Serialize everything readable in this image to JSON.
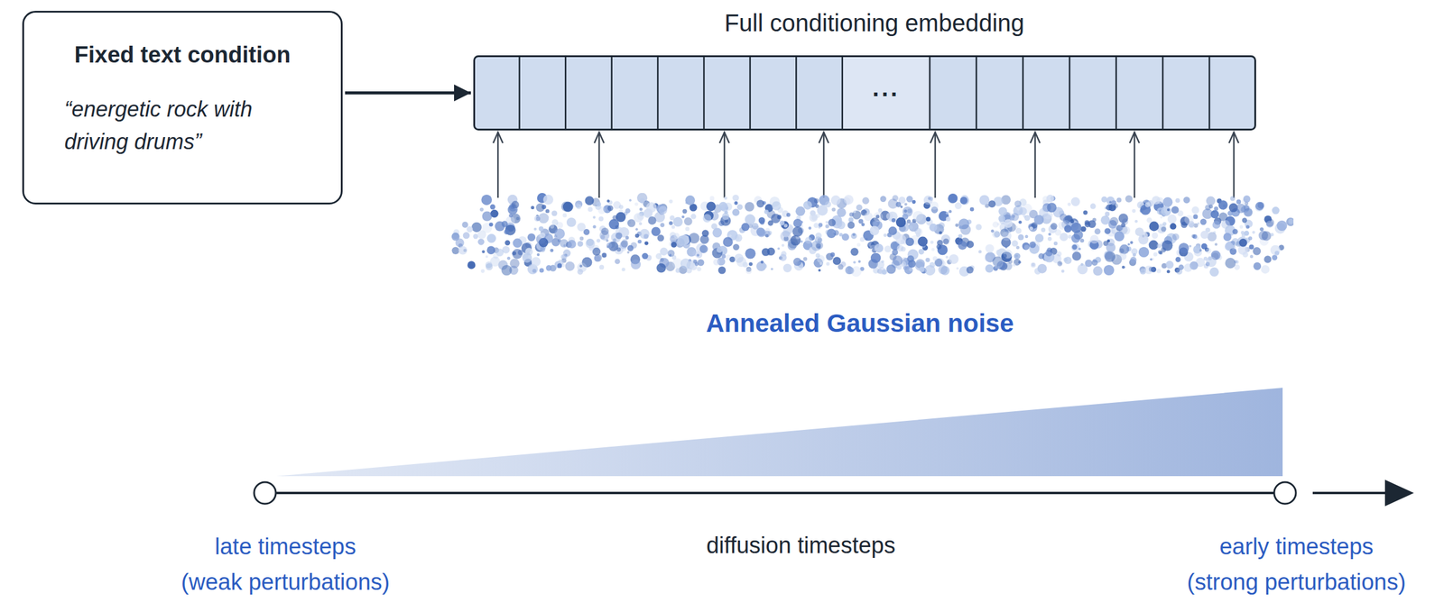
{
  "diagram": {
    "nodes": [
      {
        "text": [
          "Fixed text condition",
          "“energetic rock with driving drums”"
        ]
      },
      {
        "text": [
          "Full conditioning embedding",
          "..."
        ]
      },
      {
        "text": [
          "Annealed Gaussian noise"
        ]
      }
    ],
    "edges": [
      {
        "from": 0,
        "to": 1,
        "arrow": "to"
      },
      {
        "from": 2,
        "to": 1,
        "arrow": "to"
      },
      {
        "from": 2,
        "to": 1,
        "arrow": "to"
      },
      {
        "from": 2,
        "to": 1,
        "arrow": "to"
      },
      {
        "from": 2,
        "to": 1,
        "arrow": "to"
      },
      {
        "from": 2,
        "to": 1,
        "arrow": "to"
      },
      {
        "from": 2,
        "to": 1,
        "arrow": "to"
      },
      {
        "from": 2,
        "to": 1,
        "arrow": "to"
      },
      {
        "from": 2,
        "to": 1,
        "arrow": "to"
      }
    ],
    "labels": [
      "late timesteps",
      "(weak perturbations)",
      "diffusion timesteps",
      "early timesteps",
      "(strong perturbations)"
    ]
  }
}
